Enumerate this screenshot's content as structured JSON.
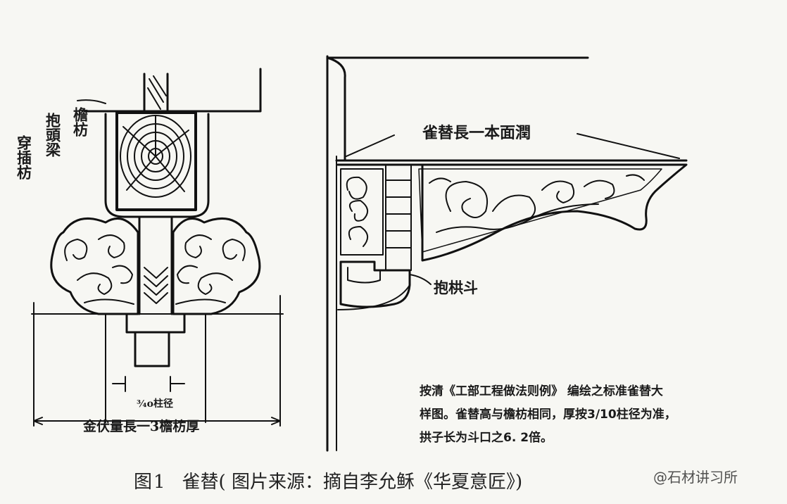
{
  "labels": {
    "zhuanchuan_fang": "穿插枋",
    "baotou_tiao": "抱頭梁",
    "yan_fang": "檐枋",
    "que_ti_length": "雀替長一本面潤",
    "bao_guo_dou": "抱栱斗",
    "fraction_dim": "¾o柱径",
    "bottom_dim": "金伏量長一3檐枋厚"
  },
  "note": {
    "line1": "按清《工部工程做法则例》 编绘之标准雀替大",
    "line2": "样图。雀替高与檐枋相同，厚按3/10柱径为准，",
    "line3": "拱子长为斗口之6. 2倍。"
  },
  "caption": {
    "figure_number": "图1",
    "text": "雀替( 图片来源：摘自李允稣《华夏意匠》)"
  },
  "watermark": "@石材讲习所"
}
